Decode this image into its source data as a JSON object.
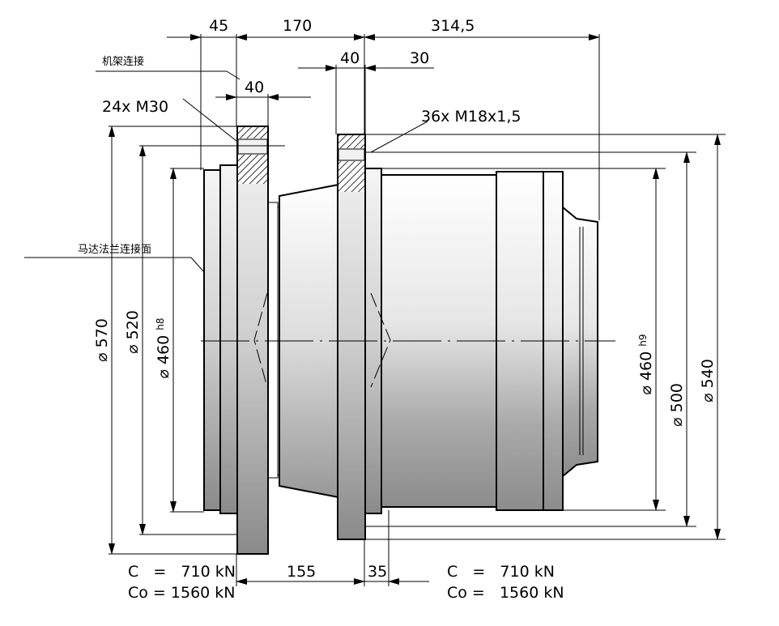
{
  "drawing": {
    "top_dims": {
      "d45": "45",
      "d170": "170",
      "d314_5": "314,5",
      "d40_right": "40",
      "d30": "30",
      "d40_left": "40"
    },
    "bottom_dims": {
      "d155": "155",
      "d35": "35"
    },
    "labels": {
      "frame_connection": "机架连接",
      "motor_flange_face": "马达法兰连接面",
      "bolts_left": "24x M30",
      "bolts_right": "36x M18x1,5"
    },
    "diameters": {
      "d570": "570",
      "d520": "520",
      "d460_left": "460",
      "d460_left_tol": "h8",
      "d460_right": "460",
      "d460_right_tol": "h9",
      "d500": "500",
      "d540": "540",
      "symbol": "⌀"
    },
    "load_left": {
      "c_line": "C   =   710 kN",
      "co_line": "Co = 1560 kN"
    },
    "load_right": {
      "c_line": "C   =   710 kN",
      "co_line": "Co =   1560 kN"
    }
  }
}
